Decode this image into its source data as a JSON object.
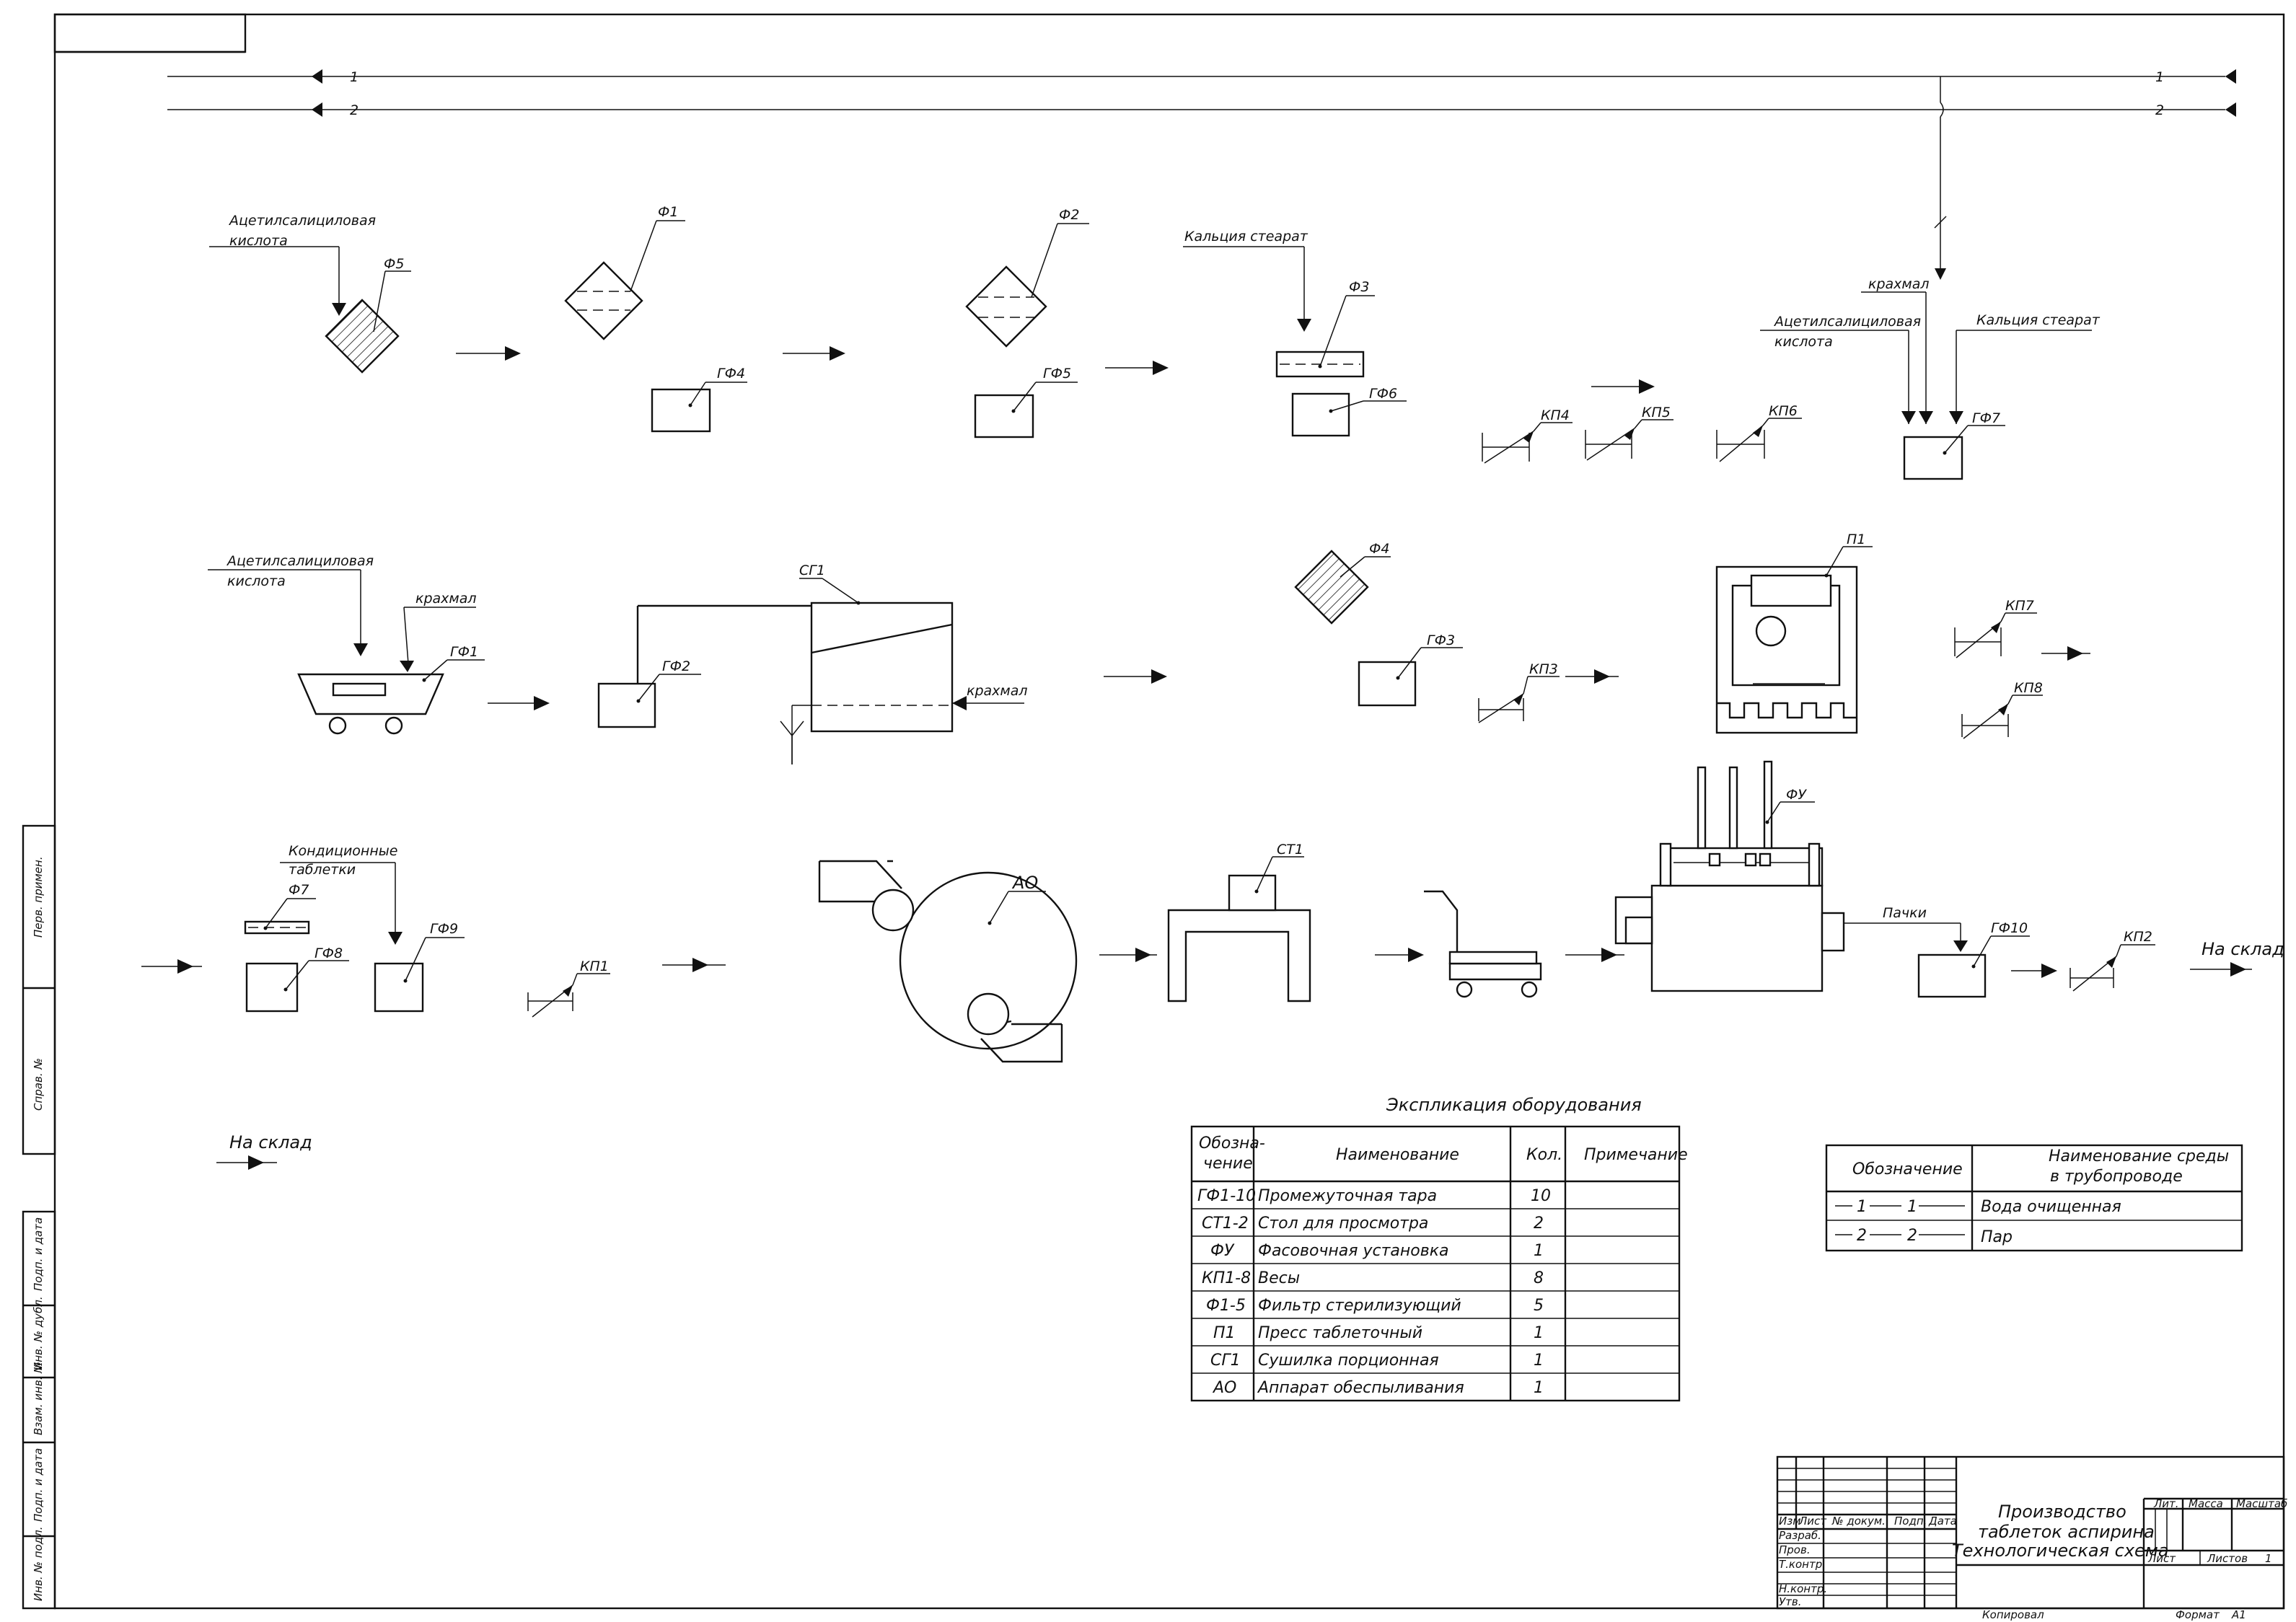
{
  "lines": {
    "line1_left": "1",
    "line1_right": "1",
    "line2_left": "2",
    "line2_right": "2",
    "tick_mark": "1"
  },
  "labels": {
    "acetyl_1": "Ацетилсалициловая",
    "acid_1": "кислота",
    "acetyl_2": "Ацетилсалициловая",
    "acid_2": "кислота",
    "acetyl_3": "Ацетилсалициловая",
    "acid_3": "кислота",
    "calcium_1": "Кальция стеарат",
    "calcium_2": "Кальция стеарат",
    "starch_1": "крахмал",
    "starch_2": "крахмал",
    "starch_3": "крахмал",
    "cond_1": "Кондиционные",
    "cond_2": "таблетки",
    "packs": "Пачки",
    "to_store_1": "На склад",
    "to_store_2": "На склад"
  },
  "equipment": {
    "f5": "Ф5",
    "f1": "Ф1",
    "f2": "Ф2",
    "f3": "Ф3",
    "f4": "Ф4",
    "f7": "Ф7",
    "gf4": "ГФ4",
    "gf5": "ГФ5",
    "gf6": "ГФ6",
    "gf7": "ГФ7",
    "gf1": "ГФ1",
    "gf2": "ГФ2",
    "gf3": "ГФ3",
    "gf8": "ГФ8",
    "gf9": "ГФ9",
    "gf10": "ГФ10",
    "kp1": "КП1",
    "kp2": "КП2",
    "kp3": "КП3",
    "kp4": "КП4",
    "kp5": "КП5",
    "kp6": "КП6",
    "kp7": "КП7",
    "kp8": "КП8",
    "sg1": "СГ1",
    "p1": "П1",
    "fu": "ФУ",
    "ao": "АО",
    "st1": "СТ1"
  },
  "explication": {
    "title": "Экспликация оборудования",
    "headers": [
      "Обозна-",
      "чение",
      "Наименование",
      "Кол.",
      "Примечание"
    ],
    "rows": [
      {
        "code": "ГФ1-10",
        "name": "Промежуточная тара",
        "qty": "10"
      },
      {
        "code": "СТ1-2",
        "name": "Стол для просмотра",
        "qty": "2"
      },
      {
        "code": "ФУ",
        "name": "Фасовочная установка",
        "qty": "1"
      },
      {
        "code": "КП1-8",
        "name": "Весы",
        "qty": "8"
      },
      {
        "code": "Ф1-5",
        "name": "Фильтр стерилизующий",
        "qty": "5"
      },
      {
        "code": "П1",
        "name": "Пресс таблеточный",
        "qty": "1"
      },
      {
        "code": "СГ1",
        "name": "Сушилка порционная",
        "qty": "1"
      },
      {
        "code": "АО",
        "name": "Аппарат обеспыливания",
        "qty": "1"
      }
    ]
  },
  "legend": {
    "h1": "Обозначение",
    "h2a": "Наименование среды",
    "h2b": "в трубопроводе",
    "r1_mark": "1",
    "r1_name": "Вода очищенная",
    "r2_mark": "2",
    "r2_name": "Пар"
  },
  "titleblock": {
    "t1": "Производство",
    "t2": "таблеток аспирина",
    "t3": "Технологическая схема",
    "izm": "Изм",
    "list": "Лист",
    "ndoc": "№ докум.",
    "podp": "Подп.",
    "data": "Дата",
    "razrab": "Разраб.",
    "prov": "Пров.",
    "tkontr": "Т.контр.",
    "nkontr": "Н.контр.",
    "utv": "Утв.",
    "lit": "Лит.",
    "massa": "Масса",
    "masshtab": "Масштаб",
    "list2": "Лист",
    "listov": "Листов",
    "listov_val": "1",
    "kopiroval": "Копировал",
    "format": "Формат",
    "format_val": "А1"
  },
  "sidebar": {
    "s1": "Перв. примен.",
    "s2": "Справ. №",
    "s3": "Подп. и дата",
    "s4": "Инв. № дубл.",
    "s5": "Взам. инв. №",
    "s6": "Подп. и дата",
    "s7": "Инв. № подл."
  }
}
